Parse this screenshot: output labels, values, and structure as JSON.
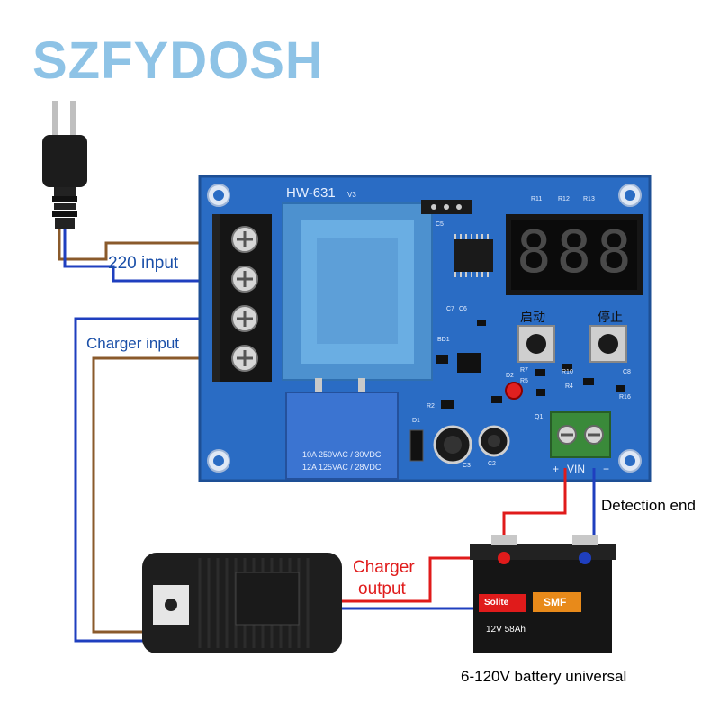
{
  "brand": {
    "name": "SZFYDOSH",
    "color": "#8ec3e6"
  },
  "board": {
    "model": "HW-631",
    "version": "V3",
    "display": "888",
    "button_left": "启动",
    "button_right": "停止",
    "relay_line1": "10A 250VAC / 30VDC",
    "relay_line2": "12A 125VAC / 28VDC",
    "terminal_plus": "+",
    "terminal_vin": "VIN",
    "terminal_minus": "−",
    "components": {
      "r11": "R11",
      "r12": "R12",
      "r13": "R13",
      "c5": "C5",
      "c7": "C7",
      "c6": "C6",
      "bd1": "BD1",
      "d2": "D2",
      "r7": "R7",
      "r5": "R5",
      "r10": "R10",
      "r4": "R4",
      "c8": "C8",
      "r2": "R2",
      "r16": "R16",
      "q1": "Q1",
      "d1": "D1",
      "c3": "C3",
      "c2": "C2"
    },
    "colors": {
      "pcb": "#2a6cc4",
      "pcb_dark": "#1d4f95",
      "transformer": "#5a9fd6",
      "relay": "#3b74d1",
      "screw_terminal": "#3a8a3a"
    }
  },
  "labels": {
    "ac_input": "220 input",
    "charger_input": "Charger input",
    "charger_output_line1": "Charger",
    "charger_output_line2": "output",
    "detection_end": "Detection end",
    "battery_note": "6-120V battery universal"
  },
  "battery": {
    "brand": "Solite",
    "brand2": "SMF",
    "spec": "12V 58Ah"
  },
  "colors": {
    "wire_blue": "#1f3fbf",
    "wire_brown": "#8a5a2b",
    "wire_red": "#e01b1b",
    "label_blue": "#1a4fa8",
    "label_red": "#e01b1b"
  }
}
